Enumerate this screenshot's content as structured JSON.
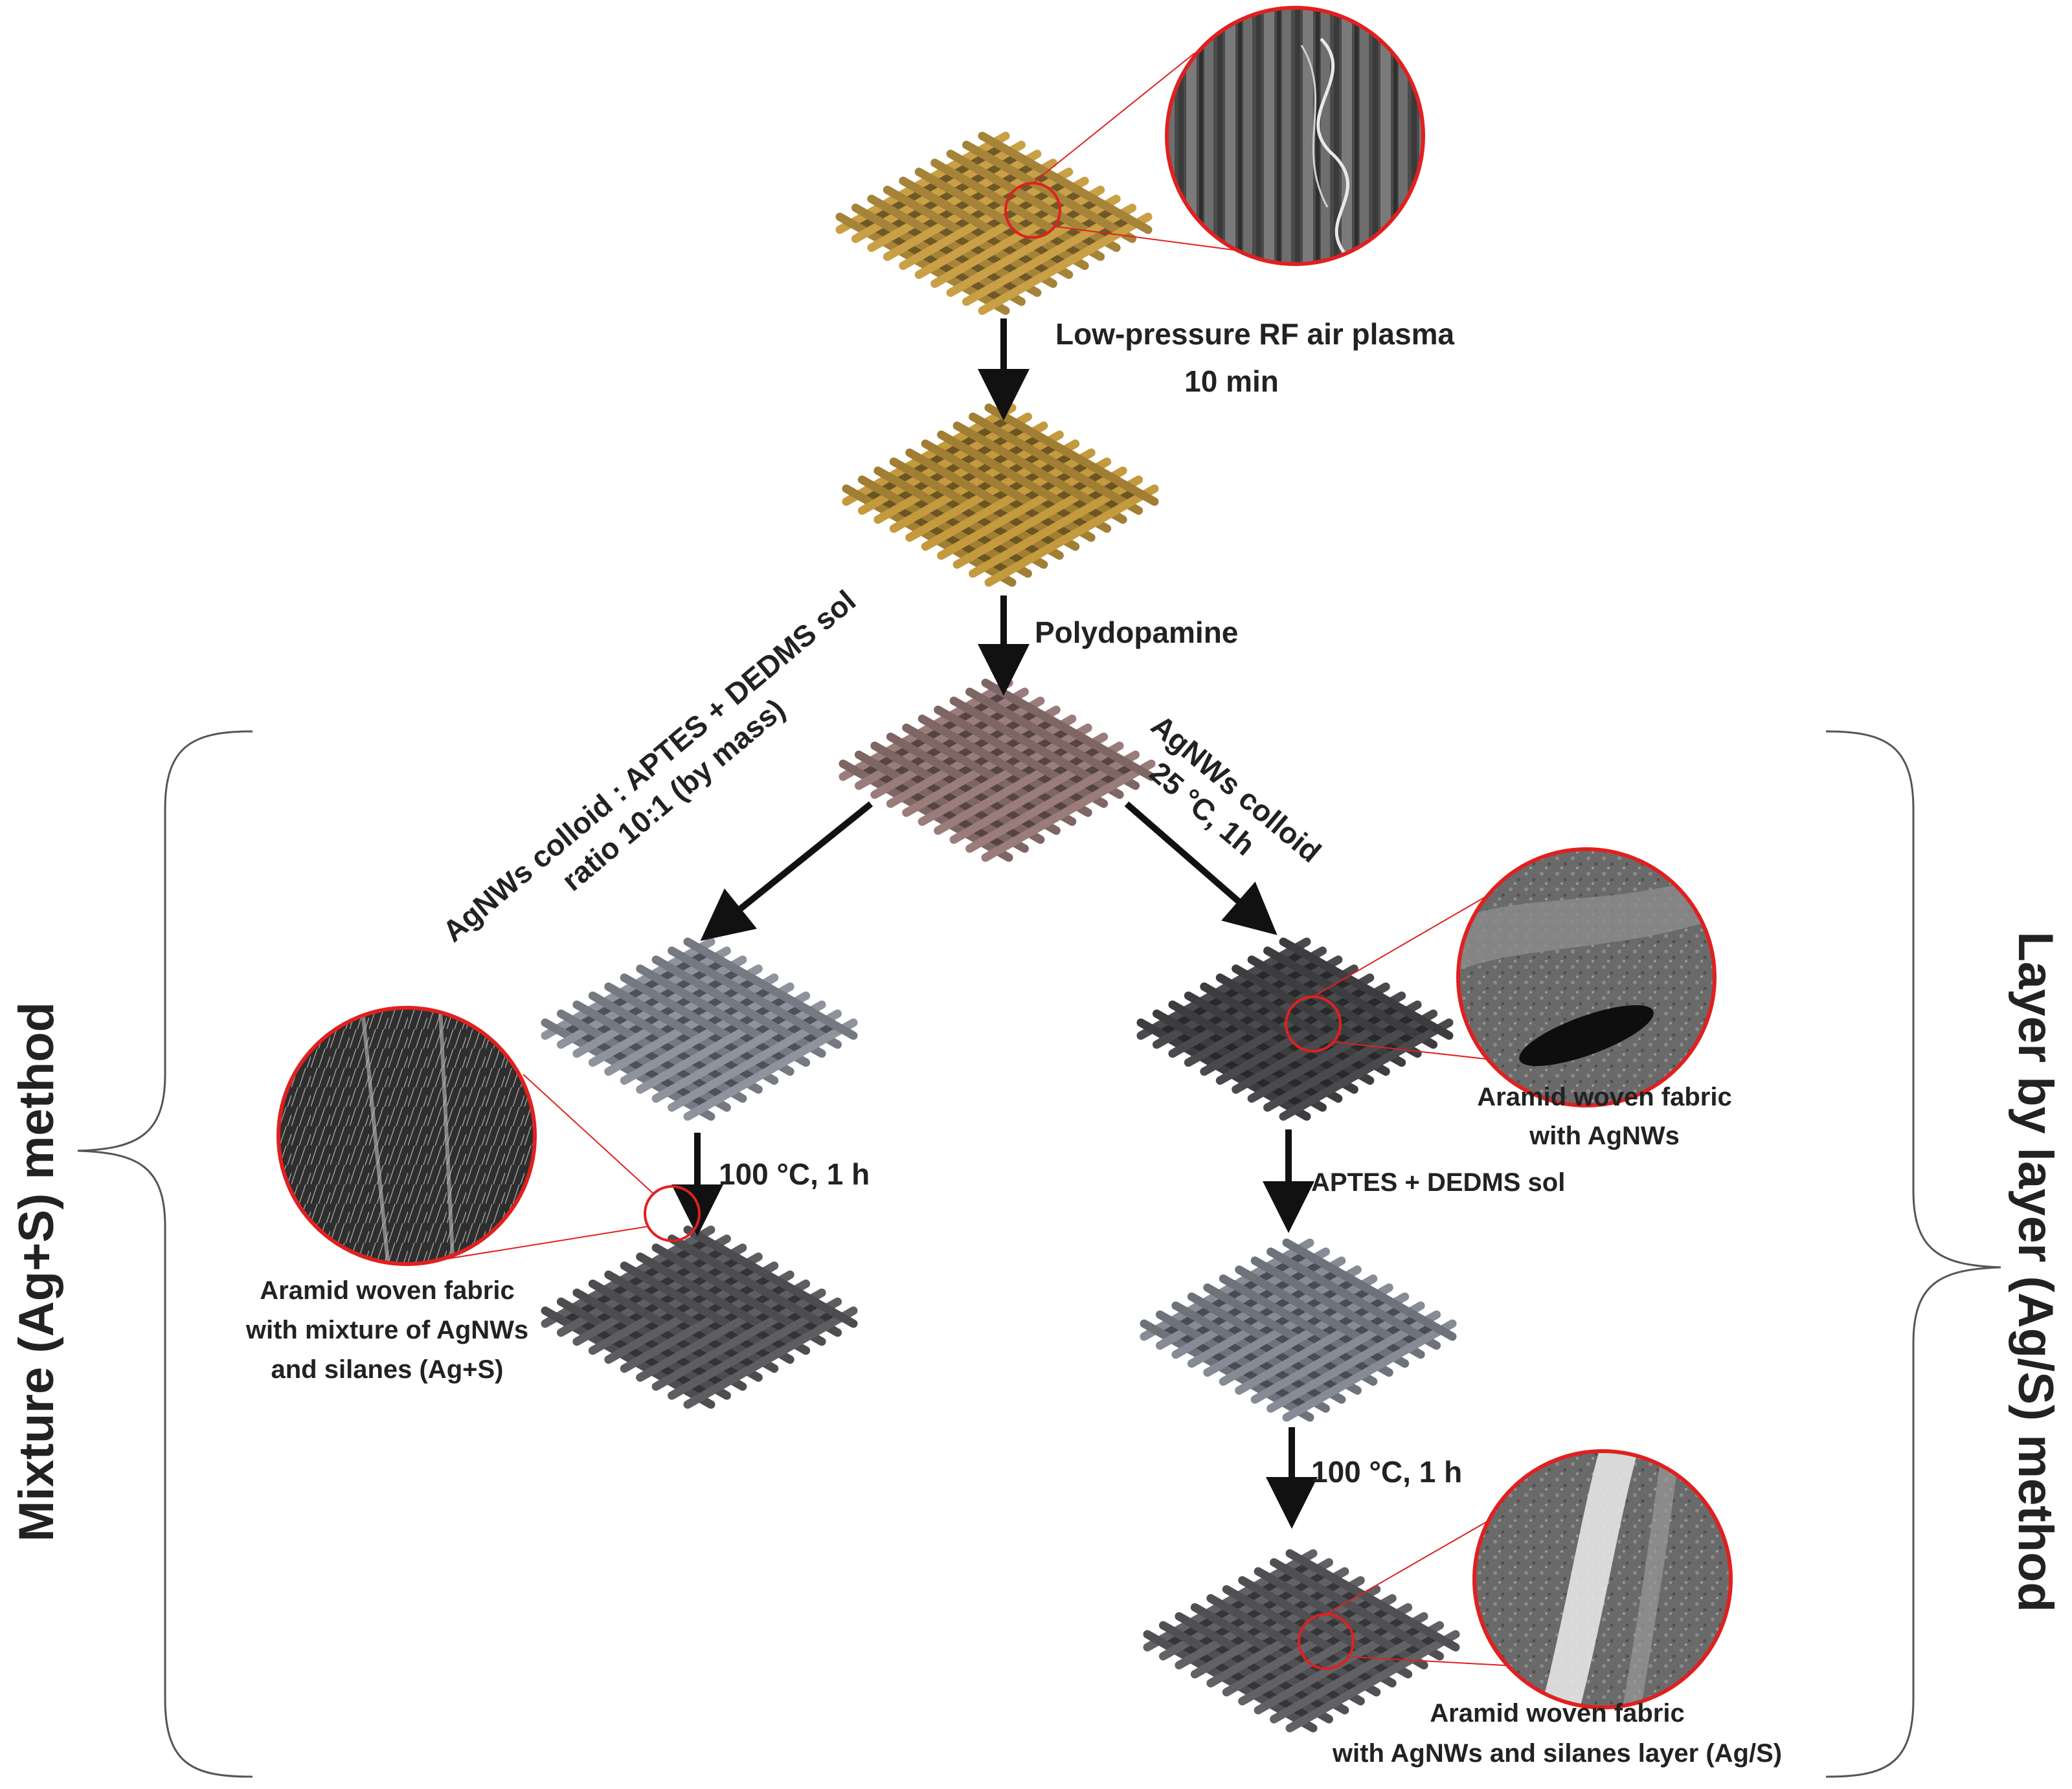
{
  "steps": {
    "plasma_line1": "Low-pressure RF air plasma",
    "plasma_line2": "10 min",
    "polydopamine": "Polydopamine",
    "mix_sol_line1": "AgNWs colloid : APTES + DEDMS sol",
    "mix_sol_line2": "ratio 10:1 (by mass)",
    "agnws_line1": "AgNWs colloid",
    "agnws_line2": "25 °C, 1h",
    "cure_left": "100 °C, 1 h",
    "silane_sol": "APTES + DEDMS sol",
    "cure_right": "100 °C, 1 h"
  },
  "captions": {
    "agnws_fabric_line1": "Aramid woven fabric",
    "agnws_fabric_line2": "with AgNWs",
    "mixture_line1": "Aramid woven fabric",
    "mixture_line2": "with mixture of AgNWs",
    "mixture_line3": "and silanes (Ag+S)",
    "layer_line1": "Aramid woven fabric",
    "layer_line2": "with AgNWs and silanes layer (Ag/S)"
  },
  "methods": {
    "left": "Mixture (Ag+S) method",
    "right": "Layer by layer (Ag/S) method"
  },
  "fabric_colors": {
    "pristine": "#c9a046",
    "plasma": "#c39a3e",
    "polydopamine": "#9a7c7a",
    "mixture_coated": "#8e939e",
    "agnws": "#4a4a4e",
    "silane_coated": "#868b96",
    "mixture_cured": "#5e5e62",
    "layer_cured": "#626266"
  },
  "accent_color": "#e02020"
}
